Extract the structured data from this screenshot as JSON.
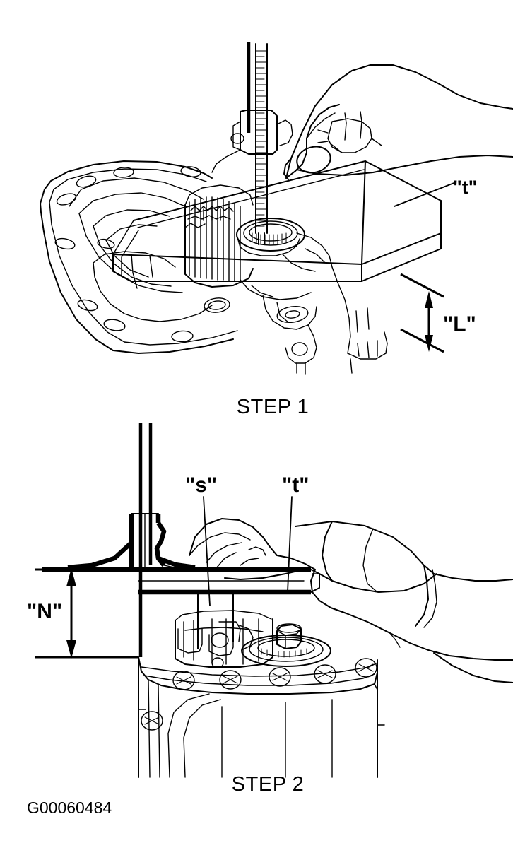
{
  "figure": {
    "type": "technical-service-illustration",
    "background_color": "#ffffff",
    "line_color": "#000000",
    "reference_code": "G00060484",
    "panels": [
      {
        "id": "step-1",
        "caption": "STEP 1",
        "subject": "transmission housing with depth gauge and straightedge",
        "labels": [
          {
            "name": "t",
            "text": "\"t\"",
            "meaning": "straightedge thickness"
          },
          {
            "name": "L",
            "text": "\"L\"",
            "meaning": "measured depth from straightedge to surface"
          }
        ]
      },
      {
        "id": "step-2",
        "caption": "STEP 2",
        "subject": "transmission case with straightedge and gauge post",
        "labels": [
          {
            "name": "s",
            "text": "\"s\"",
            "meaning": "shim / spacer dimension"
          },
          {
            "name": "t",
            "text": "\"t\"",
            "meaning": "straightedge thickness"
          },
          {
            "name": "N",
            "text": "\"N\"",
            "meaning": "height from case face to straightedge"
          }
        ]
      }
    ]
  },
  "step1": {
    "caption": "STEP 1",
    "label_t": "\"t\"",
    "label_L": "\"L\""
  },
  "step2": {
    "caption": "STEP 2",
    "label_s": "\"s\"",
    "label_t": "\"t\"",
    "label_N": "\"N\""
  },
  "footer": {
    "code": "G00060484"
  }
}
